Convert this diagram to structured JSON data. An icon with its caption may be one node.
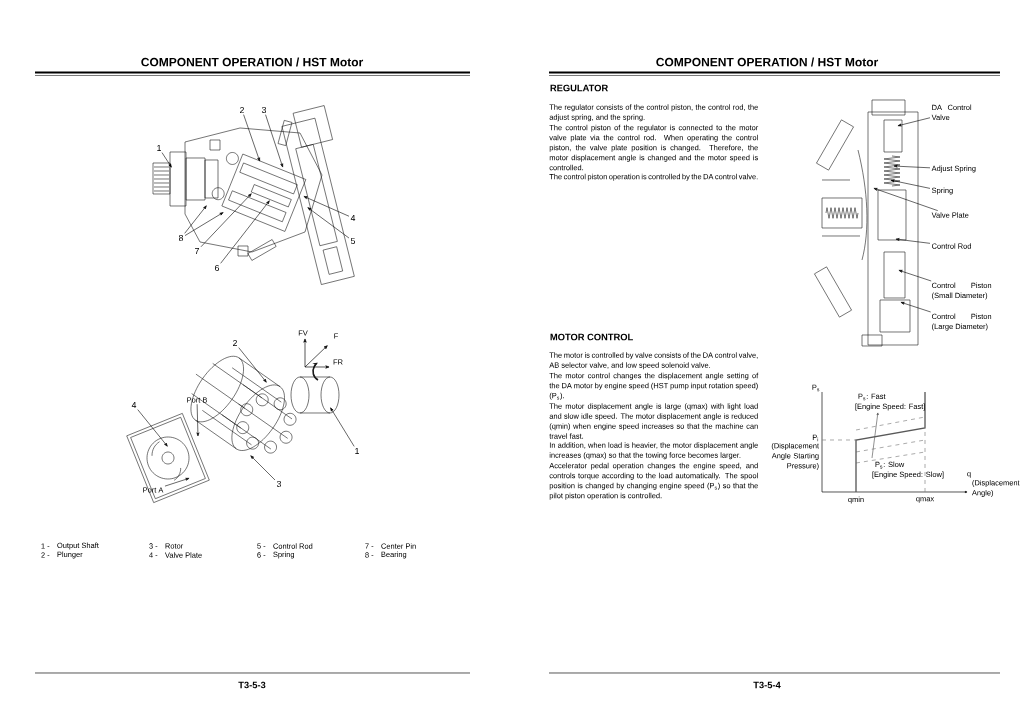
{
  "diagram": {
    "title": "COMPONENT OPERATION / HST Motor",
    "nodes": [
      {
        "text": [
          "1"
        ]
      },
      {
        "text": [
          "2"
        ]
      },
      {
        "text": [
          "3"
        ]
      },
      {
        "text": [
          "4"
        ]
      },
      {
        "text": [
          "5"
        ]
      },
      {
        "text": [
          "6"
        ]
      },
      {
        "text": [
          "7"
        ]
      },
      {
        "text": [
          "8"
        ]
      },
      {
        "text": [
          "2"
        ]
      },
      {
        "text": [
          "4"
        ]
      },
      {
        "text": [
          "Port B"
        ]
      },
      {
        "text": [
          "Port A"
        ]
      },
      {
        "text": [
          "3"
        ]
      },
      {
        "text": [
          "1"
        ]
      },
      {
        "text": [
          "DA Control Valve"
        ]
      },
      {
        "text": [
          "Adjust Spring"
        ]
      },
      {
        "text": [
          "Spring"
        ]
      },
      {
        "text": [
          "Valve Plate"
        ]
      },
      {
        "text": [
          "Control Rod"
        ]
      },
      {
        "text": [
          "Control Piston (Small Diameter)"
        ]
      },
      {
        "text": [
          "Control Piston (Large Diameter)"
        ]
      }
    ],
    "edges": [
      {
        "from": 0,
        "to": null,
        "arrow": "to"
      },
      {
        "from": 1,
        "to": null,
        "arrow": "to"
      },
      {
        "from": 2,
        "to": null,
        "arrow": "to"
      },
      {
        "from": 3,
        "to": null,
        "arrow": "to"
      },
      {
        "from": 4,
        "to": null,
        "arrow": "to"
      },
      {
        "from": 5,
        "to": null,
        "arrow": "to"
      },
      {
        "from": 6,
        "to": null,
        "arrow": "to"
      },
      {
        "from": 7,
        "to": null,
        "arrow": "to"
      },
      {
        "from": 7,
        "to": null,
        "arrow": "to"
      },
      {
        "from": 8,
        "to": null,
        "arrow": "to"
      },
      {
        "from": 9,
        "to": null,
        "arrow": "to"
      },
      {
        "from": 10,
        "to": null,
        "arrow": "to"
      },
      {
        "from": 11,
        "to": null,
        "arrow": "to"
      },
      {
        "from": 12,
        "to": null,
        "arrow": "to"
      },
      {
        "from": 13,
        "to": null,
        "arrow": "to"
      },
      {
        "from": 14,
        "to": null,
        "arrow": "to"
      },
      {
        "from": 15,
        "to": null,
        "arrow": "to"
      },
      {
        "from": 16,
        "to": null,
        "arrow": "to"
      },
      {
        "from": 17,
        "to": null,
        "arrow": "to"
      },
      {
        "from": 18,
        "to": null,
        "arrow": "to"
      },
      {
        "from": 19,
        "to": null,
        "arrow": "to"
      },
      {
        "from": 20,
        "to": null,
        "arrow": "to"
      }
    ],
    "labels": [
      "FV",
      "F",
      "FR",
      "1 -",
      "Output Shaft",
      "3 -",
      "Rotor",
      "5 -",
      "Control Rod",
      "7 -",
      "Center Pin",
      "2 -",
      "Plunger",
      "4 -",
      "Valve Plate",
      "6 -",
      "Spring",
      "8 -",
      "Bearing",
      "T3-5-3",
      "COMPONENT OPERATION / HST Motor",
      "REGULATOR",
      "The regulator consists of the control piston, the control rod, the adjust spring, and the spring.",
      "The control piston of the regulator is connected to the motor valve plate via the control rod. When operating the control piston, the valve plate position is changed. Therefore, the motor displacement angle is changed and the motor speed is controlled.",
      "The control piston operation is controlled by the DA control valve.",
      "MOTOR CONTROL",
      "The motor is controlled by valve consists of the DA control valve, AB selector valve, and low speed solenoid valve.",
      "The motor control changes the displacement angle setting of the DA motor by engine speed (HST pump input rotation speed) (P$_{s}$).",
      "The motor displacement angle is large (qmax) with light load and slow idle speed. The motor displacement angle is reduced (qmin) when engine speed increases so that the machine can travel fast.",
      "In addition, when load is heavier, the motor displacement angle increases (qmax) so that the towing force becomes larger.",
      "Accelerator pedal operation changes the engine speed, and controls torque according to the load automatically. The spool position is changed by changing engine speed (P$_{s}$) so that the pilot piston operation is controlled.",
      "P$_{s}$",
      "P$_{s}$: Fast",
      "[Engine Speed: Fast]",
      "P$_{i}$",
      "(Displacement Angle Starting Pressure)",
      "P$_{s}$: Slow",
      "[Engine Speed: Slow]",
      "q",
      "(Displacement Angle)",
      "qmin",
      "qmax",
      "T3-5-4"
    ]
  }
}
